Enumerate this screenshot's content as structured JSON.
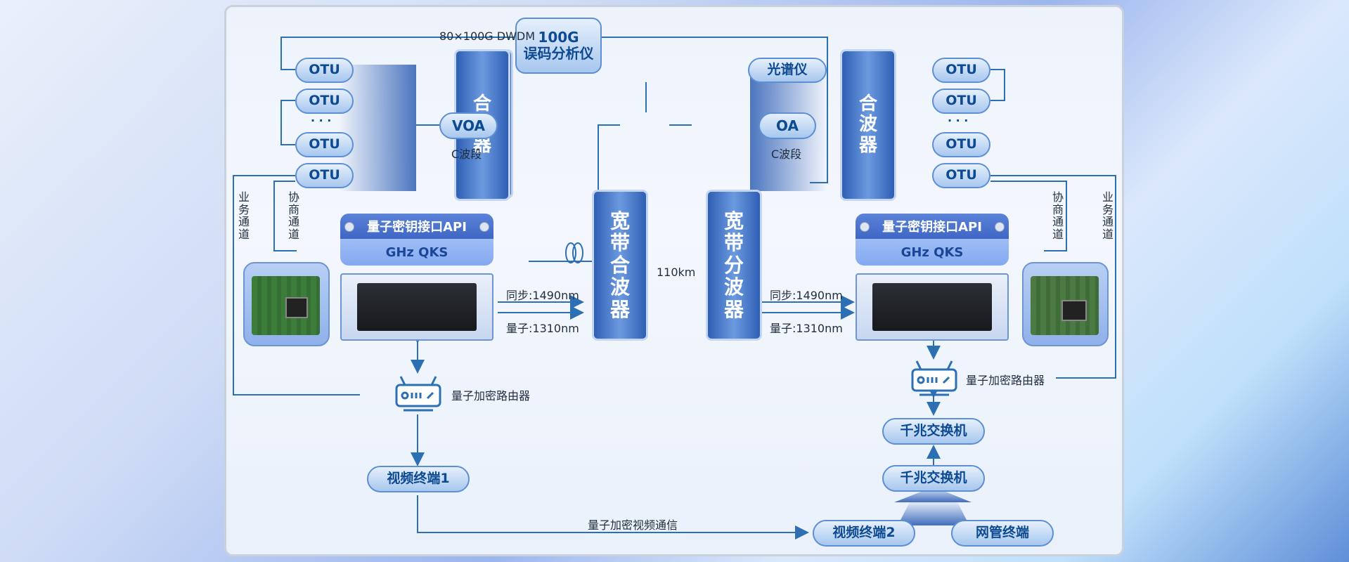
{
  "title": {
    "line1": "100G",
    "line2": "误码分析仪"
  },
  "dwdm_label": "80×100G DWDM",
  "left": {
    "otu": [
      "OTU",
      "OTU",
      "· · ·",
      "OTU",
      "OTU"
    ],
    "mux": "合波器",
    "voa": "VOA",
    "voa_band": "C波段",
    "business_channel": "业务通道",
    "negotiation_channel": "协商通道",
    "qkd_api": "量子密钥接口API",
    "qkd": "GHz QKS",
    "sync": "同步:1490nm",
    "quantum": "量子:1310nm",
    "router": "量子加密路由器",
    "terminal": "视频终端1"
  },
  "center": {
    "broadband_mux": "宽带合波器",
    "broadband_demux": "宽带分波器",
    "fiber_length": "110km"
  },
  "right": {
    "otu": [
      "OTU",
      "OTU",
      "· · ·",
      "OTU",
      "OTU"
    ],
    "mux": "合波器",
    "osa": "光谱仪",
    "oa": "OA",
    "oa_band": "C波段",
    "business_channel": "业务通道",
    "negotiation_channel": "协商通道",
    "qkd_api": "量子密钥接口API",
    "qkd": "GHz QKS",
    "sync": "同步:1490nm",
    "quantum": "量子:1310nm",
    "router": "量子加密路由器",
    "switch1": "千兆交换机",
    "switch2": "千兆交换机",
    "terminal": "视频终端2",
    "nms": "网管终端"
  },
  "video_link": "量子加密视频通信",
  "colors": {
    "line": "#2d6fb3",
    "pill_text": "#0d4a91",
    "column": "#2f5fb4"
  }
}
